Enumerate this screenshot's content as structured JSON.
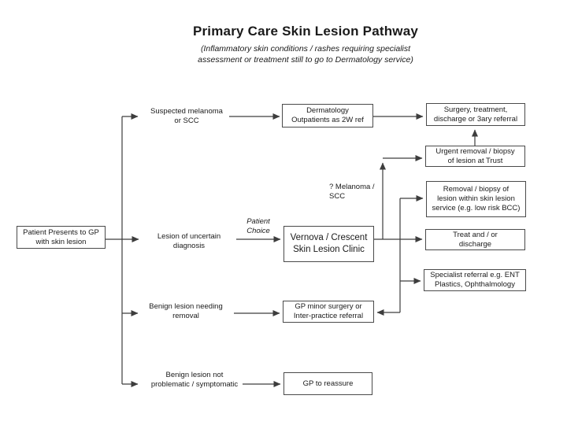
{
  "slide": {
    "title": "Primary Care Skin Lesion Pathway",
    "subtitle": "(Inflammatory skin conditions / rashes requiring specialist\nassessment or treatment still to go to Dermatology service)"
  },
  "nodes": {
    "patient_presents": "Patient Presents to GP\nwith skin lesion",
    "dermatology_outpatients": "Dermatology\nOutpatients as 2W ref",
    "surgery_treatment": "Surgery, treatment,\ndischarge or 3ary referral",
    "urgent_removal": "Urgent removal / biopsy\nof lesion at Trust",
    "removal_biopsy": "Removal / biopsy of\nlesion within skin lesion\nservice (e.g. low risk BCC)",
    "treat_discharge": "Treat and / or\ndischarge",
    "specialist_referral": "Specialist referral e.g. ENT\nPlastics, Ophthalmology",
    "vernova_clinic": "Vernova / Crescent\nSkin Lesion Clinic",
    "gp_minor_surgery": "GP minor surgery or\nInter-practice referral",
    "gp_reassure": "GP to reassure"
  },
  "branch_labels": {
    "suspected_melanoma": "Suspected melanoma\nor SCC",
    "lesion_uncertain": "Lesion of uncertain\ndiagnosis",
    "benign_needing_removal": "Benign lesion needing\nremoval",
    "benign_not_problematic": "Benign lesion not\nproblematic / symptomatic"
  },
  "annotations": {
    "melanoma_query": "? Melanoma /\nSCC",
    "patient_choice": "Patient\nChoice"
  },
  "edges": [
    {
      "from": "patient_presents",
      "to": "suspected_melanoma"
    },
    {
      "from": "patient_presents",
      "to": "lesion_uncertain"
    },
    {
      "from": "patient_presents",
      "to": "benign_needing_removal"
    },
    {
      "from": "patient_presents",
      "to": "benign_not_problematic"
    },
    {
      "from": "suspected_melanoma",
      "to": "dermatology_outpatients"
    },
    {
      "from": "dermatology_outpatients",
      "to": "surgery_treatment"
    },
    {
      "from": "lesion_uncertain",
      "to": "vernova_clinic",
      "label": "patient_choice"
    },
    {
      "from": "vernova_clinic",
      "to": "urgent_removal",
      "label": "melanoma_query"
    },
    {
      "from": "vernova_clinic",
      "to": "removal_biopsy"
    },
    {
      "from": "vernova_clinic",
      "to": "treat_discharge"
    },
    {
      "from": "vernova_clinic",
      "to": "specialist_referral"
    },
    {
      "from": "vernova_clinic",
      "to": "gp_minor_surgery"
    },
    {
      "from": "urgent_removal",
      "to": "surgery_treatment"
    },
    {
      "from": "benign_needing_removal",
      "to": "gp_minor_surgery"
    },
    {
      "from": "benign_not_problematic",
      "to": "gp_reassure"
    }
  ],
  "colors": {
    "background": "#ffffff",
    "line": "#3d3d3d",
    "box_border": "#4a4a4a",
    "text": "#1a1a1a"
  }
}
